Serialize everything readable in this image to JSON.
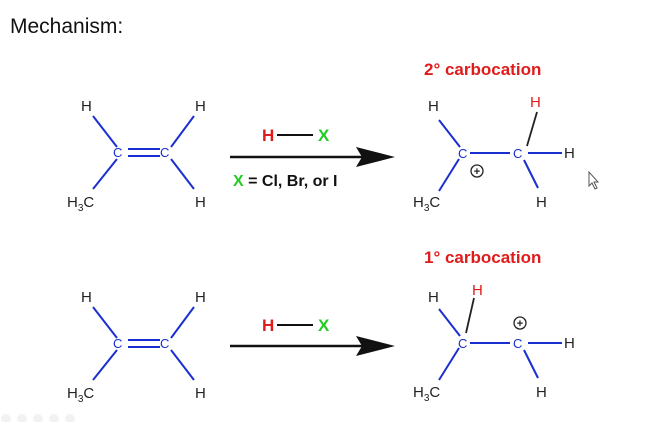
{
  "title": "Mechanism:",
  "colors": {
    "bond": "#1a2fd1",
    "red": "#e01b1b",
    "green": "#22cc22",
    "text": "#222222"
  },
  "atoms": {
    "H": "H",
    "C": "C",
    "H3C_main": "H",
    "H3C_sub": "3",
    "H3C_tail": "C"
  },
  "reagent": {
    "H": "H",
    "bond": "—",
    "X": "X"
  },
  "conditions": {
    "X": "X",
    "rest": " = Cl, Br, or I"
  },
  "labels": {
    "secondary": "2° carbocation",
    "primary": "1° carbocation"
  },
  "charge_symbol": "+"
}
